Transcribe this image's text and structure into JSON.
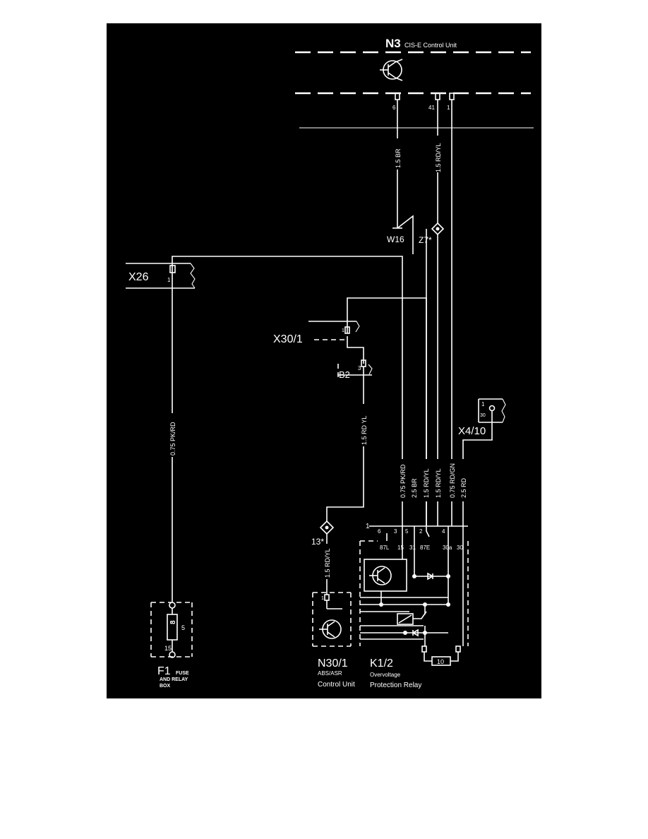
{
  "colors": {
    "background": "#000000",
    "ink": "#ffffff",
    "page": "#ffffff"
  },
  "components": {
    "n3": {
      "code": "N3",
      "name": "CIS-E Control Unit",
      "pins": [
        "6",
        "41",
        "1"
      ]
    },
    "w16": {
      "code": "W16"
    },
    "z7": {
      "code": "Z7*"
    },
    "x26": {
      "code": "X26",
      "pin": "1"
    },
    "x30_1": {
      "code": "X30/1",
      "pins": [
        "1",
        "3"
      ]
    },
    "b2": {
      "code": "B2"
    },
    "x4_10": {
      "code": "X4/10",
      "pins": [
        "1",
        "30"
      ]
    },
    "splice13": {
      "code": "13*"
    },
    "f1": {
      "code": "F1",
      "name_line1": "FUSE",
      "name_line2": "AND RELAY",
      "name_line3": "BOX",
      "fuse_number": "8",
      "pin_top": "5",
      "pin_bottom": "15"
    },
    "n30_1": {
      "code": "N30/1",
      "name_line1": "ABS/ASR",
      "name_line2": "Control Unit",
      "pin": "1"
    },
    "k1_2": {
      "code": "K1/2",
      "name_line1": "Overvoltage",
      "name_line2": "Protection Relay",
      "connector": "1",
      "pins": [
        "6",
        "3",
        "5",
        "2",
        "4"
      ],
      "terminals": [
        "87L",
        "15",
        "31",
        "87E",
        "30a",
        "30"
      ],
      "resistor": "10"
    }
  },
  "wires": {
    "n3_pin6": "1.5 BR",
    "n3_pin41": "1.5 RD/YL",
    "x26_f1": "0.75 PK/RD",
    "b2_splice": "1.5 RD YL",
    "splice_n30": "1.5 RD/YL",
    "k_pin6": "0.75 PK/RD",
    "k_pin3": "2.5 BR",
    "k_pin5a": "1.5 RD/YL",
    "k_pin5b": "1.5 RD/YL",
    "k_pin2": "0.75 RD/GN",
    "k_pin4": "2.5 RD"
  }
}
